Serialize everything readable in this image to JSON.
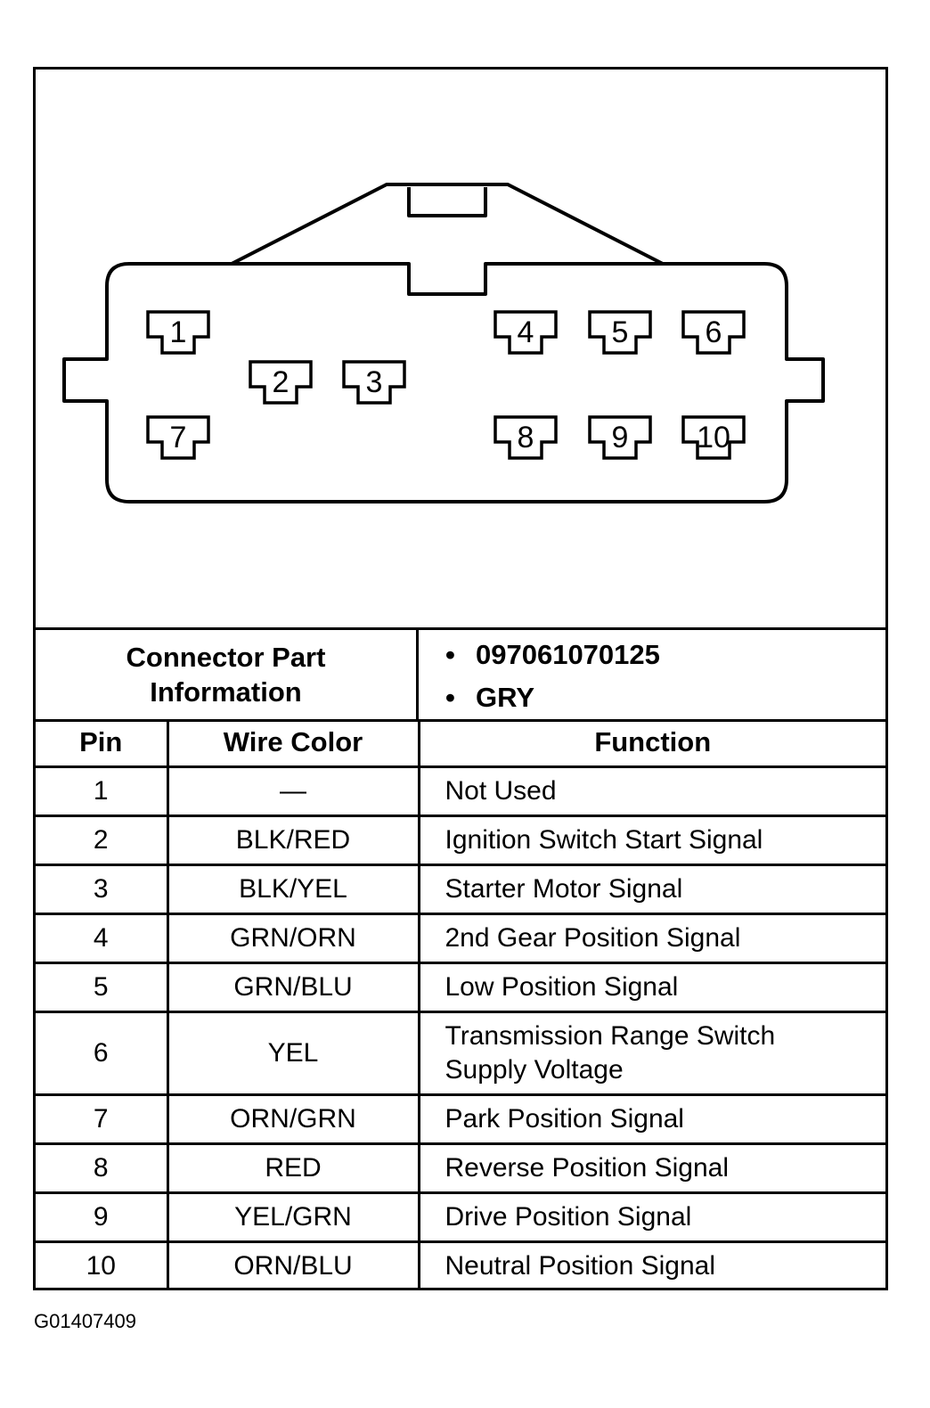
{
  "connector": {
    "pins": [
      {
        "pin": "1"
      },
      {
        "pin": "2"
      },
      {
        "pin": "3"
      },
      {
        "pin": "4"
      },
      {
        "pin": "5"
      },
      {
        "pin": "6"
      },
      {
        "pin": "7"
      },
      {
        "pin": "8"
      },
      {
        "pin": "9"
      },
      {
        "pin": "10"
      }
    ]
  },
  "part_info": {
    "label": "Connector Part Information",
    "items": [
      "097061070125",
      "GRY"
    ]
  },
  "table": {
    "headers": {
      "pin": "Pin",
      "wire": "Wire Color",
      "func": "Function"
    },
    "rows": [
      {
        "pin": "1",
        "wire": "—",
        "func": "Not Used"
      },
      {
        "pin": "2",
        "wire": "BLK/RED",
        "func": "Ignition Switch Start Signal"
      },
      {
        "pin": "3",
        "wire": "BLK/YEL",
        "func": "Starter Motor Signal"
      },
      {
        "pin": "4",
        "wire": "GRN/ORN",
        "func": "2nd Gear Position Signal"
      },
      {
        "pin": "5",
        "wire": "GRN/BLU",
        "func": "Low Position Signal"
      },
      {
        "pin": "6",
        "wire": "YEL",
        "func": "Transmission Range Switch Supply Voltage"
      },
      {
        "pin": "7",
        "wire": "ORN/GRN",
        "func": "Park Position Signal"
      },
      {
        "pin": "8",
        "wire": "RED",
        "func": "Reverse Position Signal"
      },
      {
        "pin": "9",
        "wire": "YEL/GRN",
        "func": "Drive Position Signal"
      },
      {
        "pin": "10",
        "wire": "ORN/BLU",
        "func": "Neutral Position Signal"
      }
    ]
  },
  "figure_id": "G01407409"
}
